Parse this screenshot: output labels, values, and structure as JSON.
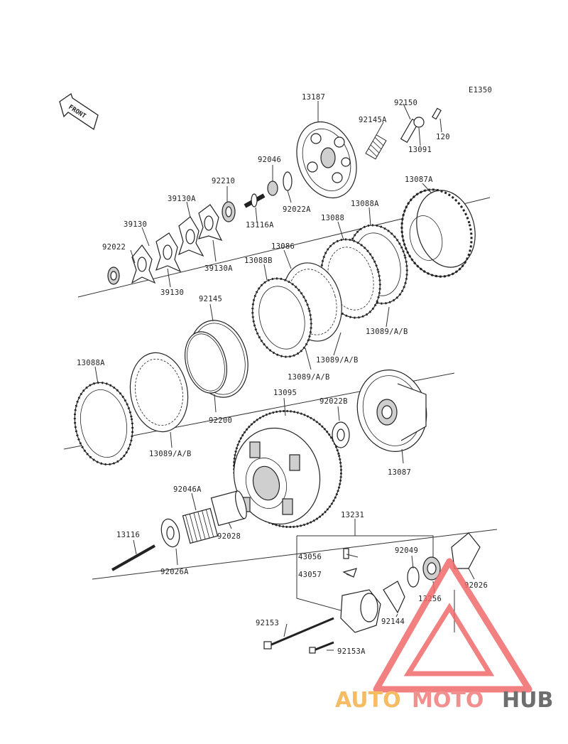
{
  "diagram_code": "E1350",
  "front_label": "FRONT",
  "parts": {
    "p13187": "13187",
    "p92150": "92150",
    "p92145A": "92145A",
    "p120": "120",
    "p13091": "13091",
    "p92046": "92046",
    "p92022A": "92022A",
    "p92210": "92210",
    "p13116A": "13116A",
    "p39130A_top": "39130A",
    "p39130_top": "39130",
    "p92022": "92022",
    "p39130_bot": "39130",
    "p39130A_bot": "39130A",
    "p13087A": "13087A",
    "p13088A_top": "13088A",
    "p13088": "13088",
    "p13086": "13086",
    "p13088B": "13088B",
    "p92145": "92145",
    "p13089_1": "13089/A/B",
    "p13089_2": "13089/A/B",
    "p13089_3": "13089/A/B",
    "p13088A_left": "13088A",
    "p13089_4": "13089/A/B",
    "p92200": "92200",
    "p13095": "13095",
    "p92022B": "92022B",
    "p13087": "13087",
    "p92046A": "92046A",
    "p92028": "92028",
    "p13116": "13116",
    "p92026A": "92026A",
    "p13231": "13231",
    "p43056": "43056",
    "p43057": "43057",
    "p92049": "92049",
    "p13256": "13256",
    "p92026": "92026",
    "p92144": "92144",
    "p92153": "92153",
    "p92153A": "92153A"
  },
  "watermark": {
    "text_auto": "AUTO",
    "text_moto": "MOTO",
    "text_hub": "HUB",
    "color_auto": "#f5b14a",
    "color_moto": "#f07c7c",
    "color_hub": "#555555"
  }
}
